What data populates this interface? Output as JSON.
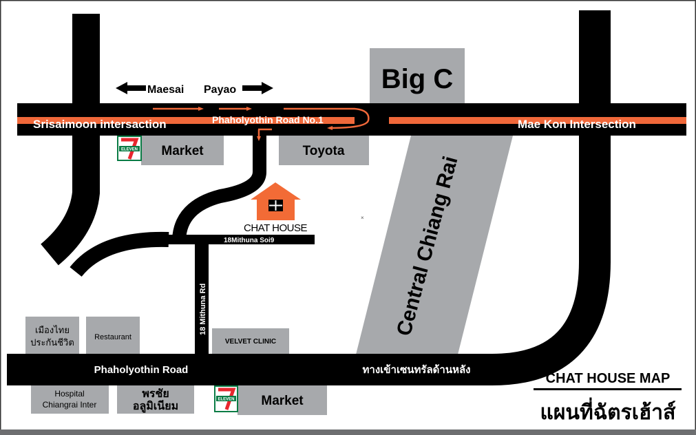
{
  "colors": {
    "road": "#000000",
    "accent": "#f0683a",
    "block": "#a7a9ac",
    "house": "#f26b36"
  },
  "directions": {
    "left": "Maesai",
    "right": "Payao"
  },
  "roads": {
    "srisaimoon": "Srisaimoon intersaction",
    "phaholyothin1": "Phaholyothin Road No.1",
    "maekon": "Mae Kon Intersection",
    "soi9": "18Mithuna Soi9",
    "mithuna_rd": "18 Mithuna Rd",
    "phaholyothin": "Phaholyothin Road",
    "back_entrance": "ทางเข้าเซนทรัลด้านหลัง"
  },
  "places": {
    "bigc": "Big C",
    "market_top": "Market",
    "toyota": "Toyota",
    "central": "Central Chiang Rai",
    "chat_house": "CHAT HOUSE",
    "muangthai_1": "เมืองไทย",
    "muangthai_2": "ประกันชีวิต",
    "restaurant": "Restaurant",
    "velvet": "VELVET CLINIC",
    "hospital_1": "Hospital",
    "hospital_2": "Chiangrai Inter",
    "pornchai_1": "พรชัย",
    "pornchai_2": "อลูมิเนียม",
    "market_bottom": "Market",
    "seven_eleven": "ELEVEN"
  },
  "legend": {
    "title_en": "CHAT HOUSE MAP",
    "title_th": "แผนที่ฉัตรเฮ้าส์"
  }
}
